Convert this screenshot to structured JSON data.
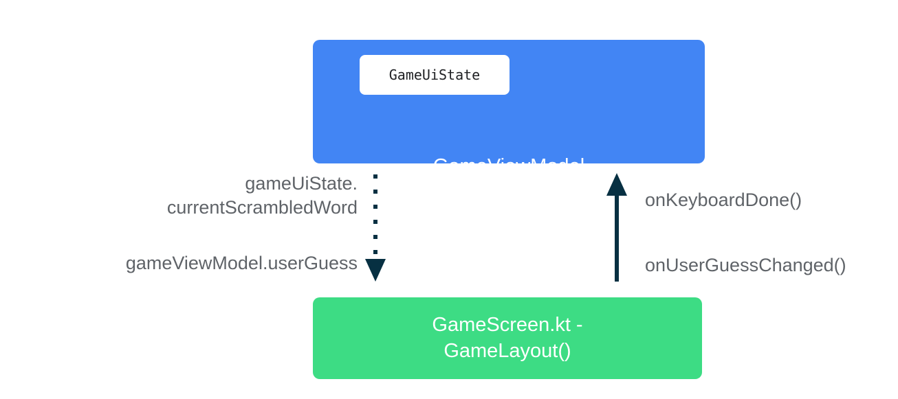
{
  "diagram": {
    "viewmodel_box": {
      "title": "GameViewModel",
      "badge": "GameUiState",
      "color": "#4285f4"
    },
    "screen_box": {
      "line1": "GameScreen.kt -",
      "line2": "GameLayout()",
      "color": "#3ddc84"
    },
    "state_flow": {
      "label_line1": "gameUiState.",
      "label_line2": "currentScrambledWord",
      "label_guess": "gameViewModel.userGuess",
      "direction": "down",
      "style": "dotted",
      "color": "#073042"
    },
    "event_flow": {
      "label_keyboard": "onKeyboardDone()",
      "label_guess_changed": "onUserGuessChanged()",
      "direction": "up",
      "style": "solid",
      "color": "#073042"
    }
  }
}
